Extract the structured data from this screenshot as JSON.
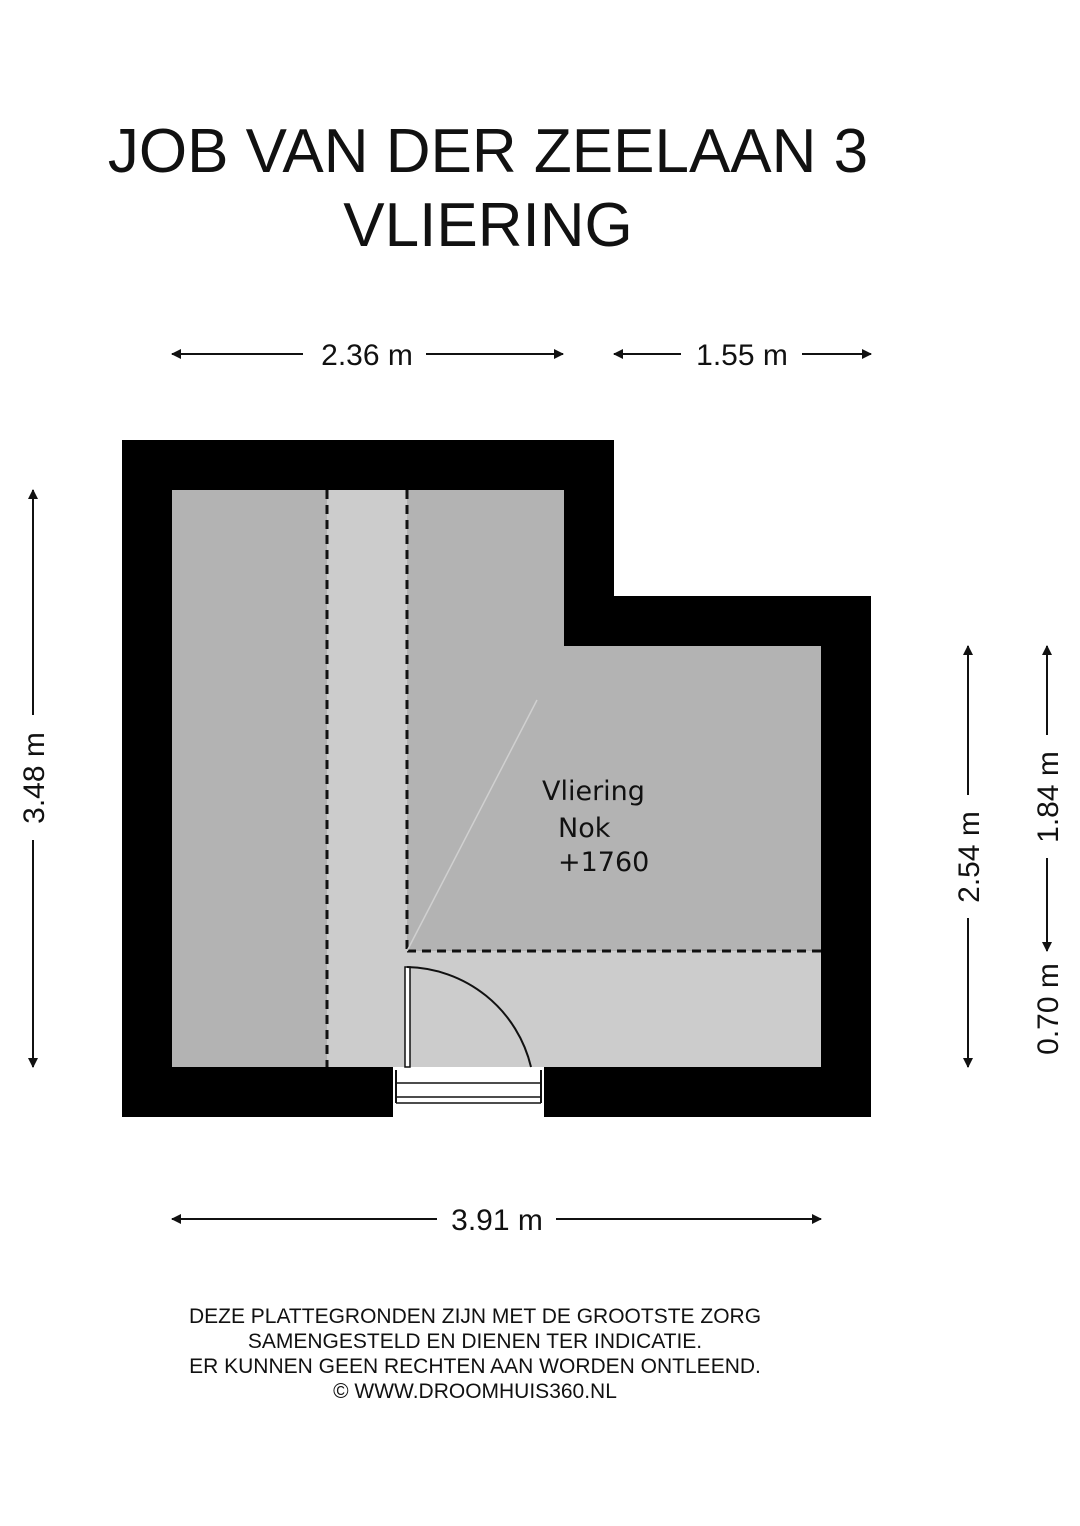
{
  "title": {
    "address": "JOB VAN DER ZEELAAN 3",
    "floor": "VLIERING"
  },
  "dimensions": {
    "top_left": "2.36 m",
    "top_right": "1.55 m",
    "left": "3.48 m",
    "right_inner": "2.54 m",
    "right_upper": "1.84 m",
    "right_lower": "0.70 m",
    "bottom": "3.91 m"
  },
  "room": {
    "name": "Vliering",
    "ridge_label": "Nok",
    "ridge_height": "+1760"
  },
  "disclaimer": {
    "line1": "DEZE PLATTEGRONDEN ZIJN MET DE GROOTSTE ZORG",
    "line2": "SAMENGESTELD EN DIENEN TER INDICATIE.",
    "line3": "ER KUNNEN GEEN RECHTEN AAN WORDEN ONTLEEND.",
    "line4": "© WWW.DROOMHUIS360.NL"
  },
  "colors": {
    "wall": "#000000",
    "floor_low": "#b3b3b3",
    "floor_high": "#cccccc",
    "text": "#111111"
  }
}
